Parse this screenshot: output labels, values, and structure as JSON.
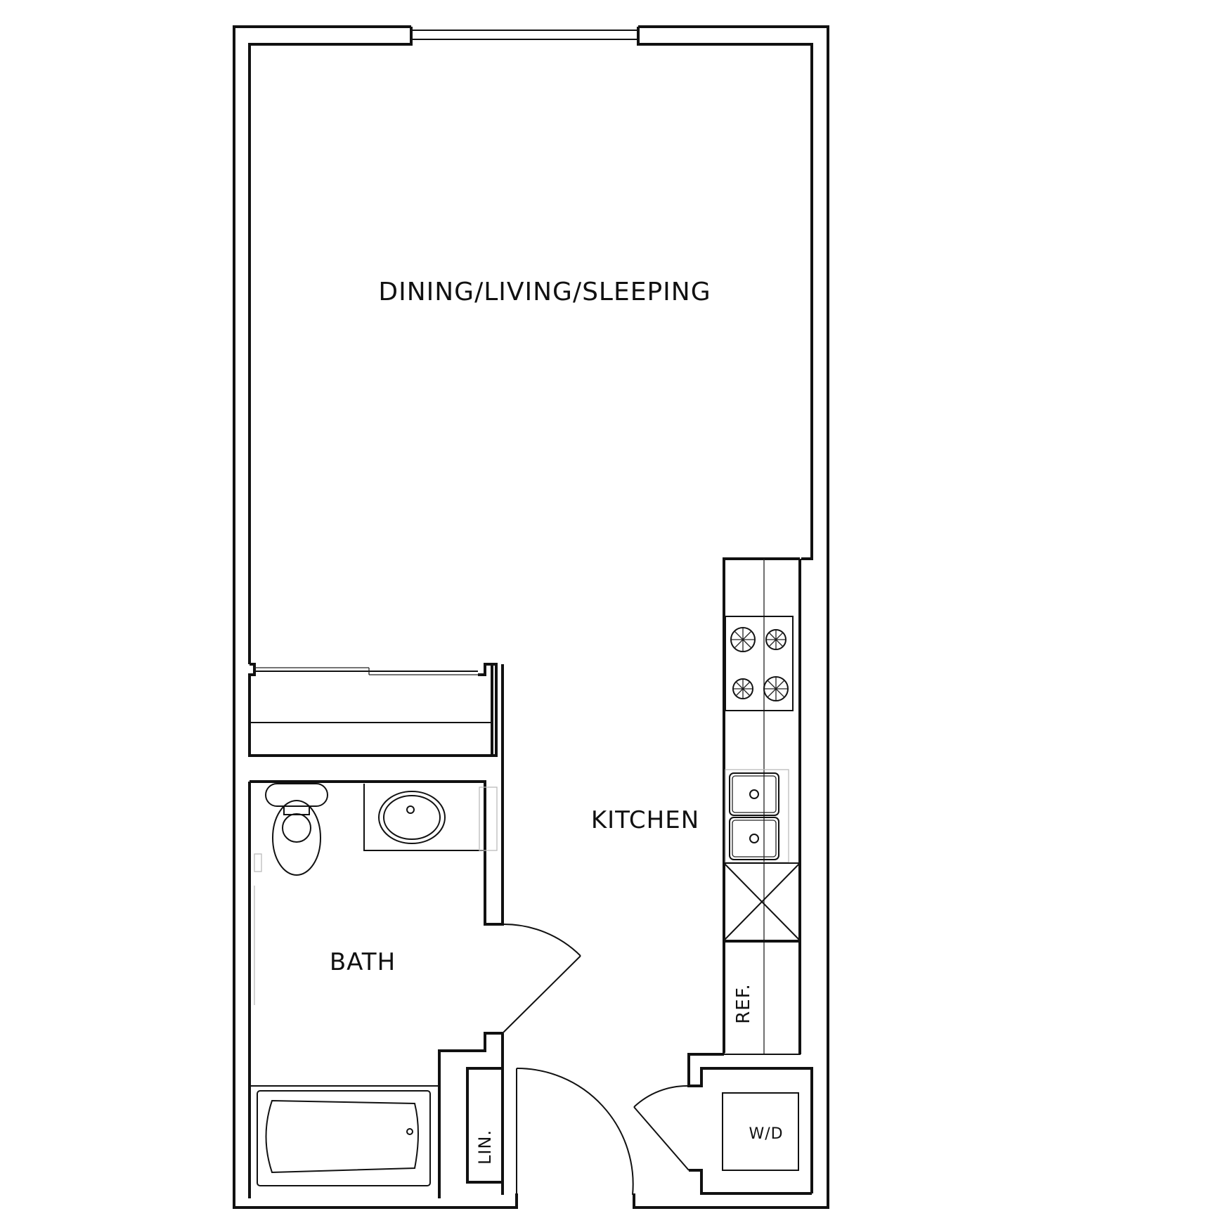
{
  "rooms": {
    "living": "DINING/LIVING/SLEEPING",
    "kitchen": "KITCHEN",
    "bath": "BATH"
  },
  "fixtures": {
    "refrigerator": "REF.",
    "linen": "LIN.",
    "washer_dryer": "W/D"
  },
  "colors": {
    "ink": "#111111",
    "background": "#ffffff"
  }
}
